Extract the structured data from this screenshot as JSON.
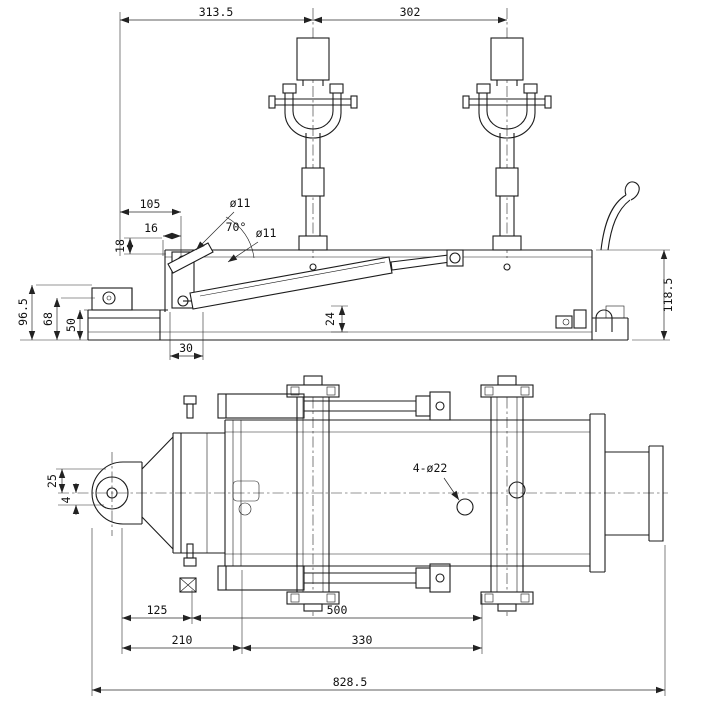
{
  "meta": {
    "background": "#ffffff",
    "line_color": "#1c1c1c",
    "drawing_type": "2-view mechanical engineering drawing"
  },
  "side_view": {
    "dim_313_5": "313.5",
    "dim_302": "302",
    "dim_105": "105",
    "dim_16": "16",
    "dim_18": "18",
    "dia_11_a": "ø11",
    "angle_70": "70°",
    "dia_11_b": "ø11",
    "dim_96_5": "96.5",
    "dim_68": "68",
    "dim_50": "50",
    "dim_30": "30",
    "dim_24": "24",
    "dim_118_5": "118.5"
  },
  "plan_view": {
    "dim_25": "25",
    "dim_4": "4",
    "hole_callout": "4-ø22",
    "dim_125": "125",
    "dim_500": "500",
    "dim_210": "210",
    "dim_330": "330",
    "dim_828_5": "828.5"
  }
}
